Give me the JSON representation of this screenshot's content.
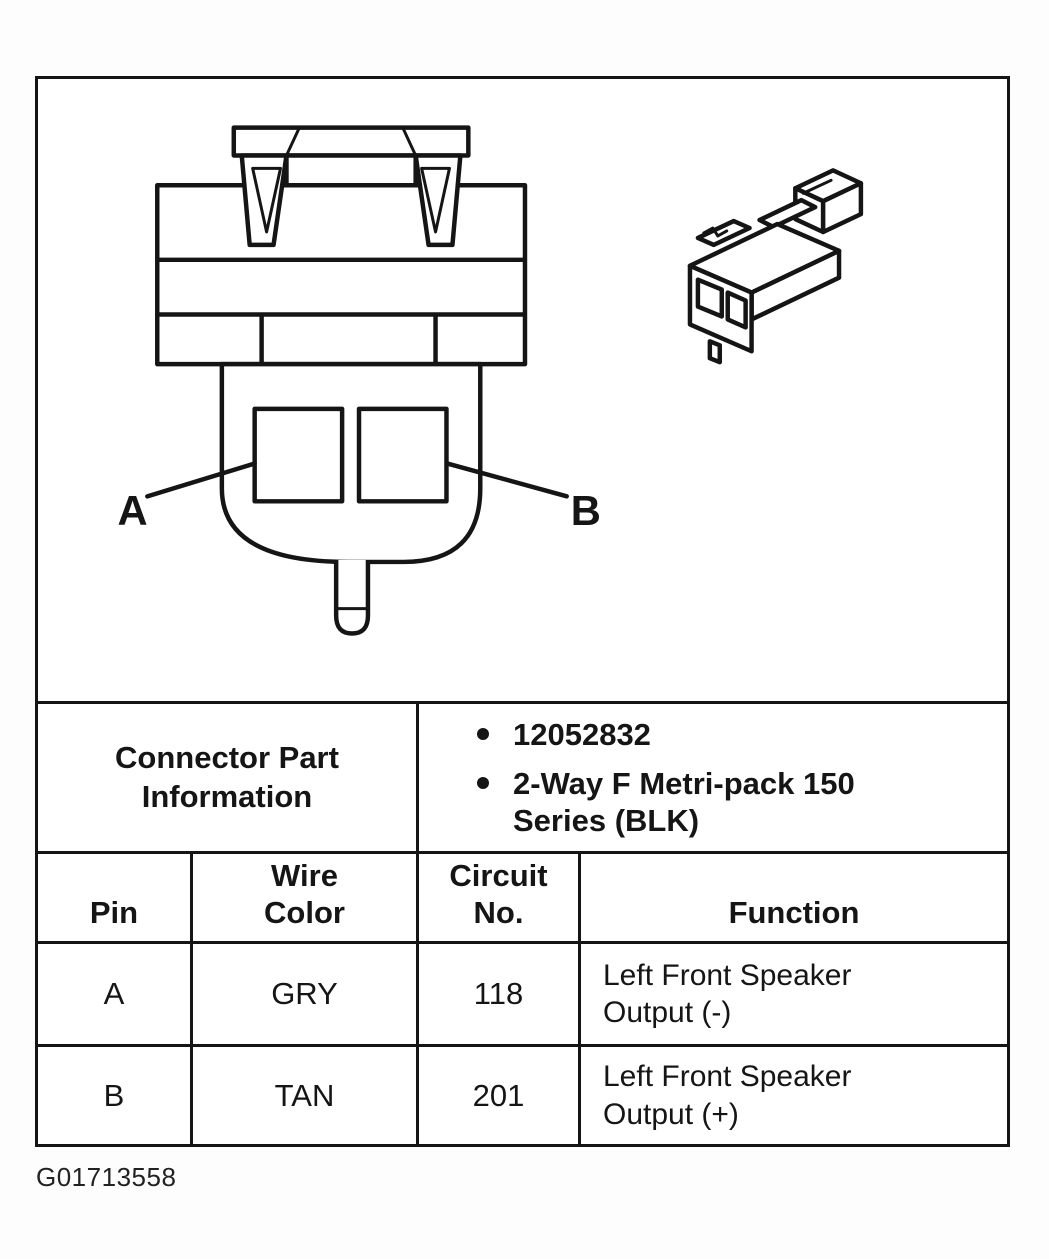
{
  "figure": {
    "id": "G01713558"
  },
  "colors": {
    "ink": "#151515",
    "paper": "#ffffff"
  },
  "diagram": {
    "description": "2-way connector, front view with pin cavities A and B, plus isometric view",
    "pin_a_label": "A",
    "pin_b_label": "B"
  },
  "table": {
    "part_info": {
      "label": "Connector Part Information",
      "bullets": [
        "12052832",
        "2-Way F Metri-pack 150 Series (BLK)"
      ]
    },
    "headers": {
      "pin": "Pin",
      "wire_color": "Wire Color",
      "circuit_no": "Circuit No.",
      "function": "Function"
    },
    "rows": [
      {
        "pin": "A",
        "wire_color": "GRY",
        "circuit_no": "118",
        "function": "Left Front Speaker Output (-)"
      },
      {
        "pin": "B",
        "wire_color": "TAN",
        "circuit_no": "201",
        "function": "Left Front Speaker Output (+)"
      }
    ]
  }
}
